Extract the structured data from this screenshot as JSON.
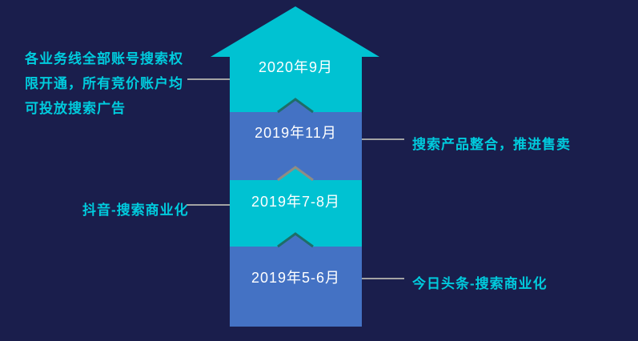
{
  "canvas": {
    "background": "#1a1e4c"
  },
  "colors": {
    "segment_cyan": "#00c2d2",
    "segment_blue": "#4472c4",
    "notch_outline_teal": "#1e6e68",
    "notch_outline_gray": "#8f8d84",
    "connector_gray": "#a3a3a3",
    "annotation_text": "#00cbdd",
    "milestone_text": "#ffffff"
  },
  "timeline": {
    "type": "upward-arrow-milestones",
    "milestones": [
      {
        "date": "2020年9月",
        "segment_color": "cyan"
      },
      {
        "date": "2019年11月",
        "segment_color": "blue"
      },
      {
        "date": "2019年7-8月",
        "segment_color": "cyan"
      },
      {
        "date": "2019年5-6月",
        "segment_color": "blue"
      }
    ]
  },
  "annotations": {
    "left_top": {
      "lines": [
        "各业务线全部账号搜索权",
        "限开通，所有竞价账户均",
        "可投放搜索广告"
      ]
    },
    "right_mid": {
      "lines": [
        "搜索产品整合，推进售卖"
      ]
    },
    "left_mid": {
      "lines": [
        "抖音-搜索商业化"
      ]
    },
    "right_bottom": {
      "lines": [
        "今日头条-搜索商业化"
      ]
    }
  }
}
